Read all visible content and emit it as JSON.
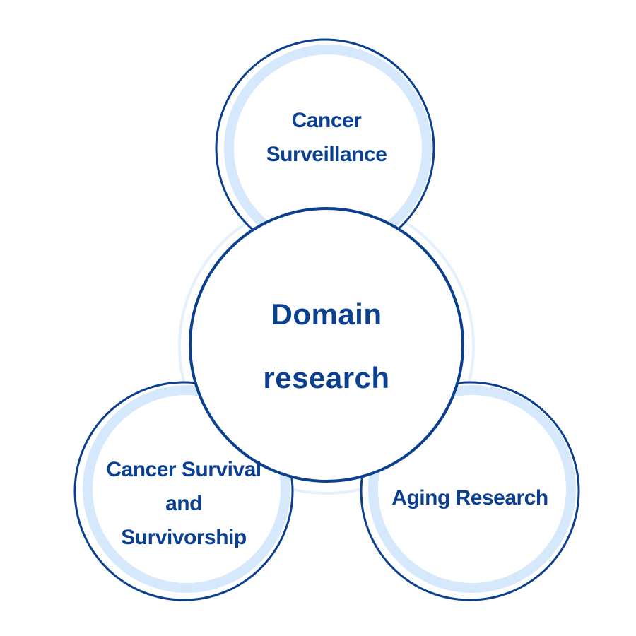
{
  "diagram": {
    "center": {
      "line1": "Domain",
      "line2": "research"
    },
    "top": {
      "line1": "Cancer",
      "line2": "Surveillance"
    },
    "bottom_left": {
      "line1": "Cancer Survival",
      "line2": "and",
      "line3": "Survivorship"
    },
    "bottom_right": {
      "line1": "Aging Research"
    },
    "colors": {
      "stroke": "#0b3f8f",
      "ring_fill": "#d6e8fb",
      "halo": "#e4f0fc",
      "text": "#0b3f8f",
      "background": "#ffffff"
    }
  }
}
